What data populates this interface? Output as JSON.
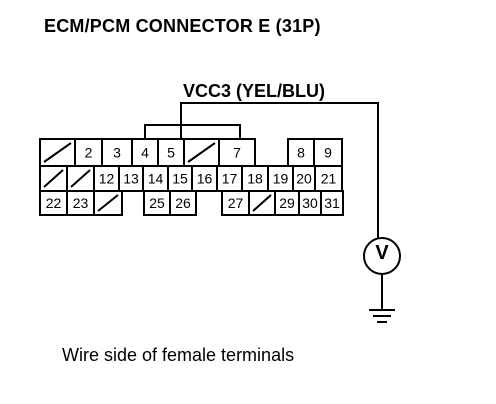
{
  "title": "ECM/PCM CONNECTOR E (31P)",
  "wire_label": "VCC3 (YEL/BLU)",
  "caption": "Wire side of female terminals",
  "voltmeter_symbol": "V",
  "icons": {
    "voltmeter": "voltmeter-icon",
    "ground": "ground-icon"
  },
  "connector": {
    "rows": [
      [
        {
          "label": null,
          "empty": true
        },
        {
          "label": "2"
        },
        {
          "label": "3"
        },
        {
          "label": "4"
        },
        {
          "label": "5"
        },
        {
          "label": null,
          "empty": true
        },
        {
          "label": "7"
        },
        {
          "label": "8"
        },
        {
          "label": "9"
        }
      ],
      [
        {
          "label": null,
          "empty": true
        },
        {
          "label": null,
          "empty": true
        },
        {
          "label": "12"
        },
        {
          "label": "13"
        },
        {
          "label": "14"
        },
        {
          "label": "15"
        },
        {
          "label": "16"
        },
        {
          "label": "17"
        },
        {
          "label": "18"
        },
        {
          "label": "19"
        },
        {
          "label": "20"
        },
        {
          "label": "21"
        }
      ],
      [
        {
          "label": "22"
        },
        {
          "label": "23"
        },
        {
          "label": null,
          "empty": true
        },
        {
          "label": "25"
        },
        {
          "label": "26"
        },
        {
          "label": "27"
        },
        {
          "label": null,
          "empty": true
        },
        {
          "label": "29"
        },
        {
          "label": "30"
        },
        {
          "label": "31"
        }
      ]
    ]
  }
}
